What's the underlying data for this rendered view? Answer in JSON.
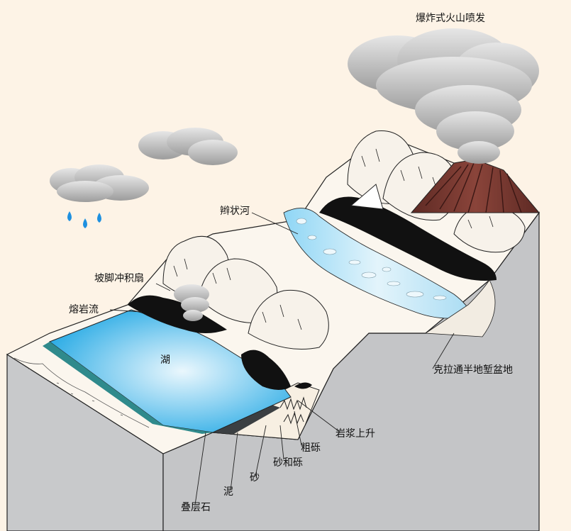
{
  "diagram": {
    "labels": {
      "explosive_eruption": "爆炸式火山喷发",
      "braided_river": "辫状河",
      "alluvial_fan": "坡脚冲积扇",
      "lava_flow": "熔岩流",
      "lake": "湖",
      "rift_basin": "克拉通半地堑盆地",
      "magma_rising": "岩浆上升",
      "coarse_gravel": "粗砾",
      "sand_and_gravel": "砂和砾",
      "sand": "砂",
      "mud": "泥",
      "stromatolite": "叠层石"
    },
    "colors": {
      "background": "#fdf3e6",
      "block_side": "#c8c9cb",
      "lake": "#3ab1e6",
      "river": "#bfe3f5",
      "volcano": "#7b3b33",
      "lava": "#111111",
      "cloud": "#bdbdbd",
      "rain": "#1e90e0"
    }
  }
}
